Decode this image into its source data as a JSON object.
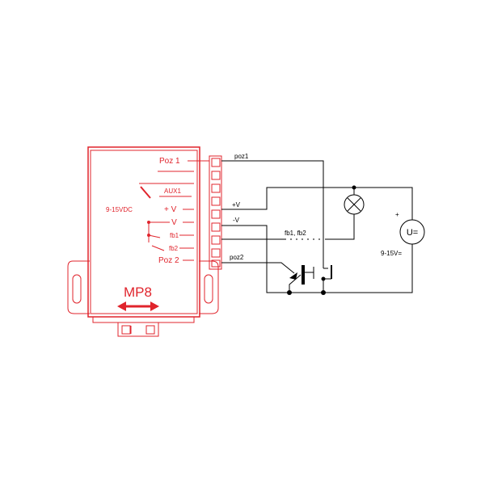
{
  "device": {
    "model": "MP8",
    "supply_label": "9-15VDC",
    "terminals": [
      "Poz 1",
      "AUX1",
      "+ V",
      "- V",
      "fb1",
      "fb2",
      "Poz 2"
    ],
    "color": "#e0242c"
  },
  "wires": {
    "poz1": "poz1",
    "plus_v": "+V",
    "minus_v": "-V",
    "fb": "fb1, fb2",
    "poz2": "poz2"
  },
  "source": {
    "symbol": "U=",
    "polarity": "+",
    "rating": "9-15V="
  },
  "colors": {
    "device": "#e0242c",
    "wiring": "#000000",
    "background": "#ffffff"
  }
}
